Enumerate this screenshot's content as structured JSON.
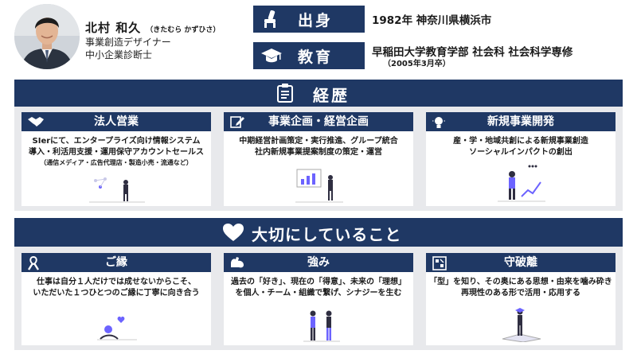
{
  "profile": {
    "name": "北村 和久",
    "kana": "（きたむら かずひさ）",
    "role1": "事業創造デザイナー",
    "role2": "中小企業診断士"
  },
  "origin": {
    "label": "出身",
    "icon": "chair-icon",
    "value": "1982年 神奈川県横浜市"
  },
  "education": {
    "label": "教育",
    "icon": "graduation-cap-icon",
    "value": "早稲田大学教育学部 社会科 社会科学専修",
    "sub": "（2005年3月卒）"
  },
  "career": {
    "title": "経歴",
    "icon": "document-icon",
    "cards": [
      {
        "title": "法人営業",
        "icon": "handshake-icon",
        "lines": [
          "SIerにて、エンタープライズ向け情報システム",
          "導入・利活用支援・運用保守アカウントセールス"
        ],
        "note": "（通信メディア・広告代理店・製造小売・流通など）"
      },
      {
        "title": "事業企画・経営企画",
        "icon": "edit-icon",
        "lines": [
          "中期経営計画策定・実行推進、グループ統合",
          "社内新規事業提案制度の策定・運営"
        ]
      },
      {
        "title": "新規事業開発",
        "icon": "lightbulb-icon",
        "lines": [
          "産・学・地域共創による新規事業創造",
          "ソーシャルインパクトの創出"
        ]
      }
    ]
  },
  "values": {
    "title": "大切にしていること",
    "icon": "heart-icon",
    "cards": [
      {
        "title": "ご縁",
        "icon": "ribbon-icon",
        "lines": [
          "仕事は自分１人だけでは成せないからこそ、",
          "いただいた１つひとつのご縁に丁寧に向き合う"
        ]
      },
      {
        "title": "強み",
        "icon": "muscle-icon",
        "lines": [
          "過去の「好き」、現在の「得意」、未来の「理想」",
          "を個人・チーム・組織で繋げ、シナジーを生む"
        ]
      },
      {
        "title": "守破離",
        "icon": "pattern-icon",
        "lines": [
          "「型」を知り、その奥にある思想・由来を噛み砕き",
          "再現性のある形で活用・応用する"
        ]
      }
    ]
  },
  "colors": {
    "navy": "#1f3864",
    "panel": "#e8e9ec",
    "accent": "#6c63ff"
  }
}
